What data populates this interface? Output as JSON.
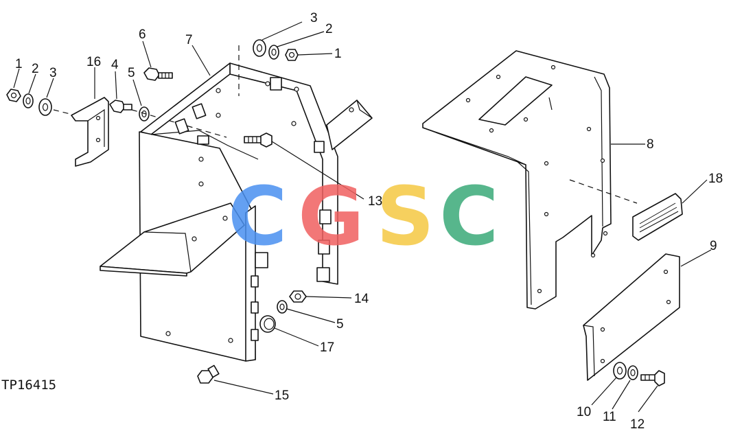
{
  "figure_id": "TP16415",
  "watermark": {
    "letters": [
      "C",
      "G",
      "S",
      "C"
    ],
    "colors": [
      "#4a90f0",
      "#f06060",
      "#f5c842",
      "#3aaa78"
    ]
  },
  "callouts": [
    "1",
    "2",
    "3",
    "16",
    "4",
    "6",
    "5",
    "7",
    "3",
    "2",
    "1",
    "8",
    "13",
    "18",
    "9",
    "14",
    "5",
    "17",
    "15",
    "10",
    "11",
    "12"
  ]
}
